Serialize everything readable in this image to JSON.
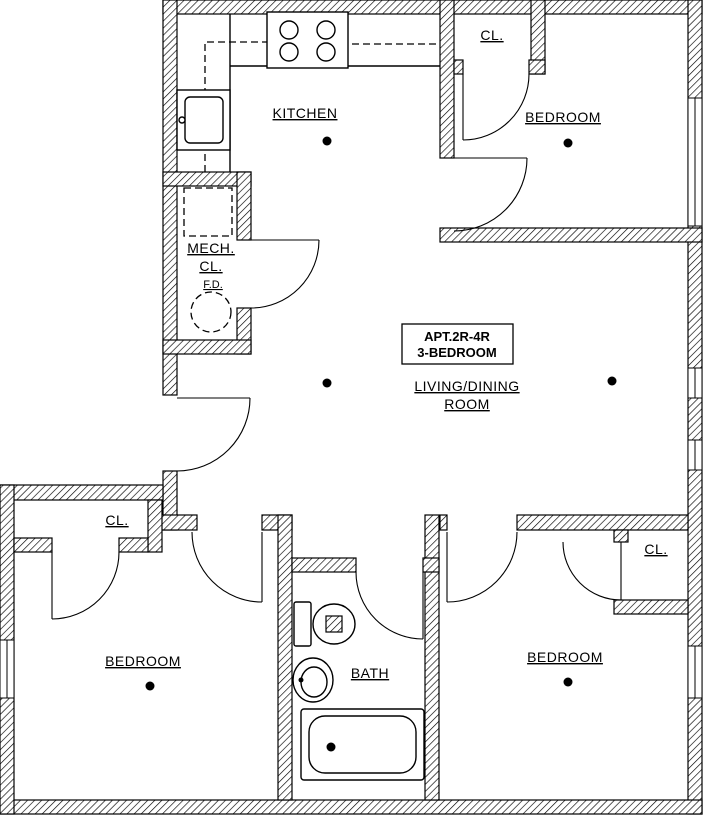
{
  "drawing": {
    "apartment_box": {
      "line1": "APT.2R-4R",
      "line2": "3-BEDROOM"
    },
    "rooms": {
      "kitchen": {
        "label": "KITCHEN"
      },
      "living": {
        "label_line1": "LIVING/DINING",
        "label_line2": "ROOM"
      },
      "bedroom_top": {
        "label": "BEDROOM"
      },
      "bedroom_left": {
        "label": "BEDROOM"
      },
      "bedroom_right": {
        "label": "BEDROOM"
      },
      "bath": {
        "label": "BATH"
      },
      "mech_closet": {
        "label_line1": "MECH.",
        "label_line2": "CL.",
        "floor_drain": "F.D."
      },
      "closet_top": {
        "label": "CL."
      },
      "closet_left": {
        "label": "CL."
      },
      "closet_right": {
        "label": "CL."
      }
    },
    "colors": {
      "line": "#000000",
      "background": "#ffffff"
    }
  }
}
